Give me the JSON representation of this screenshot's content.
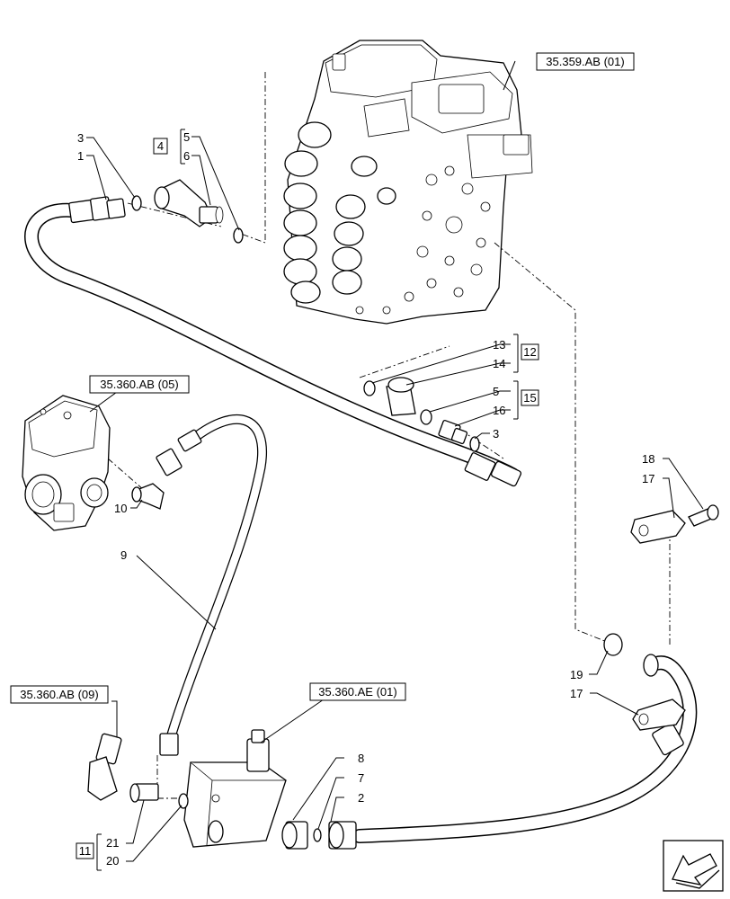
{
  "references": {
    "valve_block": "35.359.AB (01)",
    "pump_top": "35.360.AB (05)",
    "pump_bottom": "35.360.AB (09)",
    "valve_small": "35.360.AE (01)"
  },
  "groups": {
    "g4": "4",
    "g12": "12",
    "g15": "15",
    "g11": "11"
  },
  "callouts": {
    "c3a": "3",
    "c1": "1",
    "c5a": "5",
    "c6": "6",
    "c13": "13",
    "c14": "14",
    "c5b": "5",
    "c16": "16",
    "c3b": "3",
    "c10": "10",
    "c9": "9",
    "c18": "18",
    "c17a": "17",
    "c19": "19",
    "c17b": "17",
    "c8": "8",
    "c7": "7",
    "c2": "2",
    "c21": "21",
    "c20": "20"
  },
  "icons": {
    "nav": "next-page-arrow-icon"
  }
}
